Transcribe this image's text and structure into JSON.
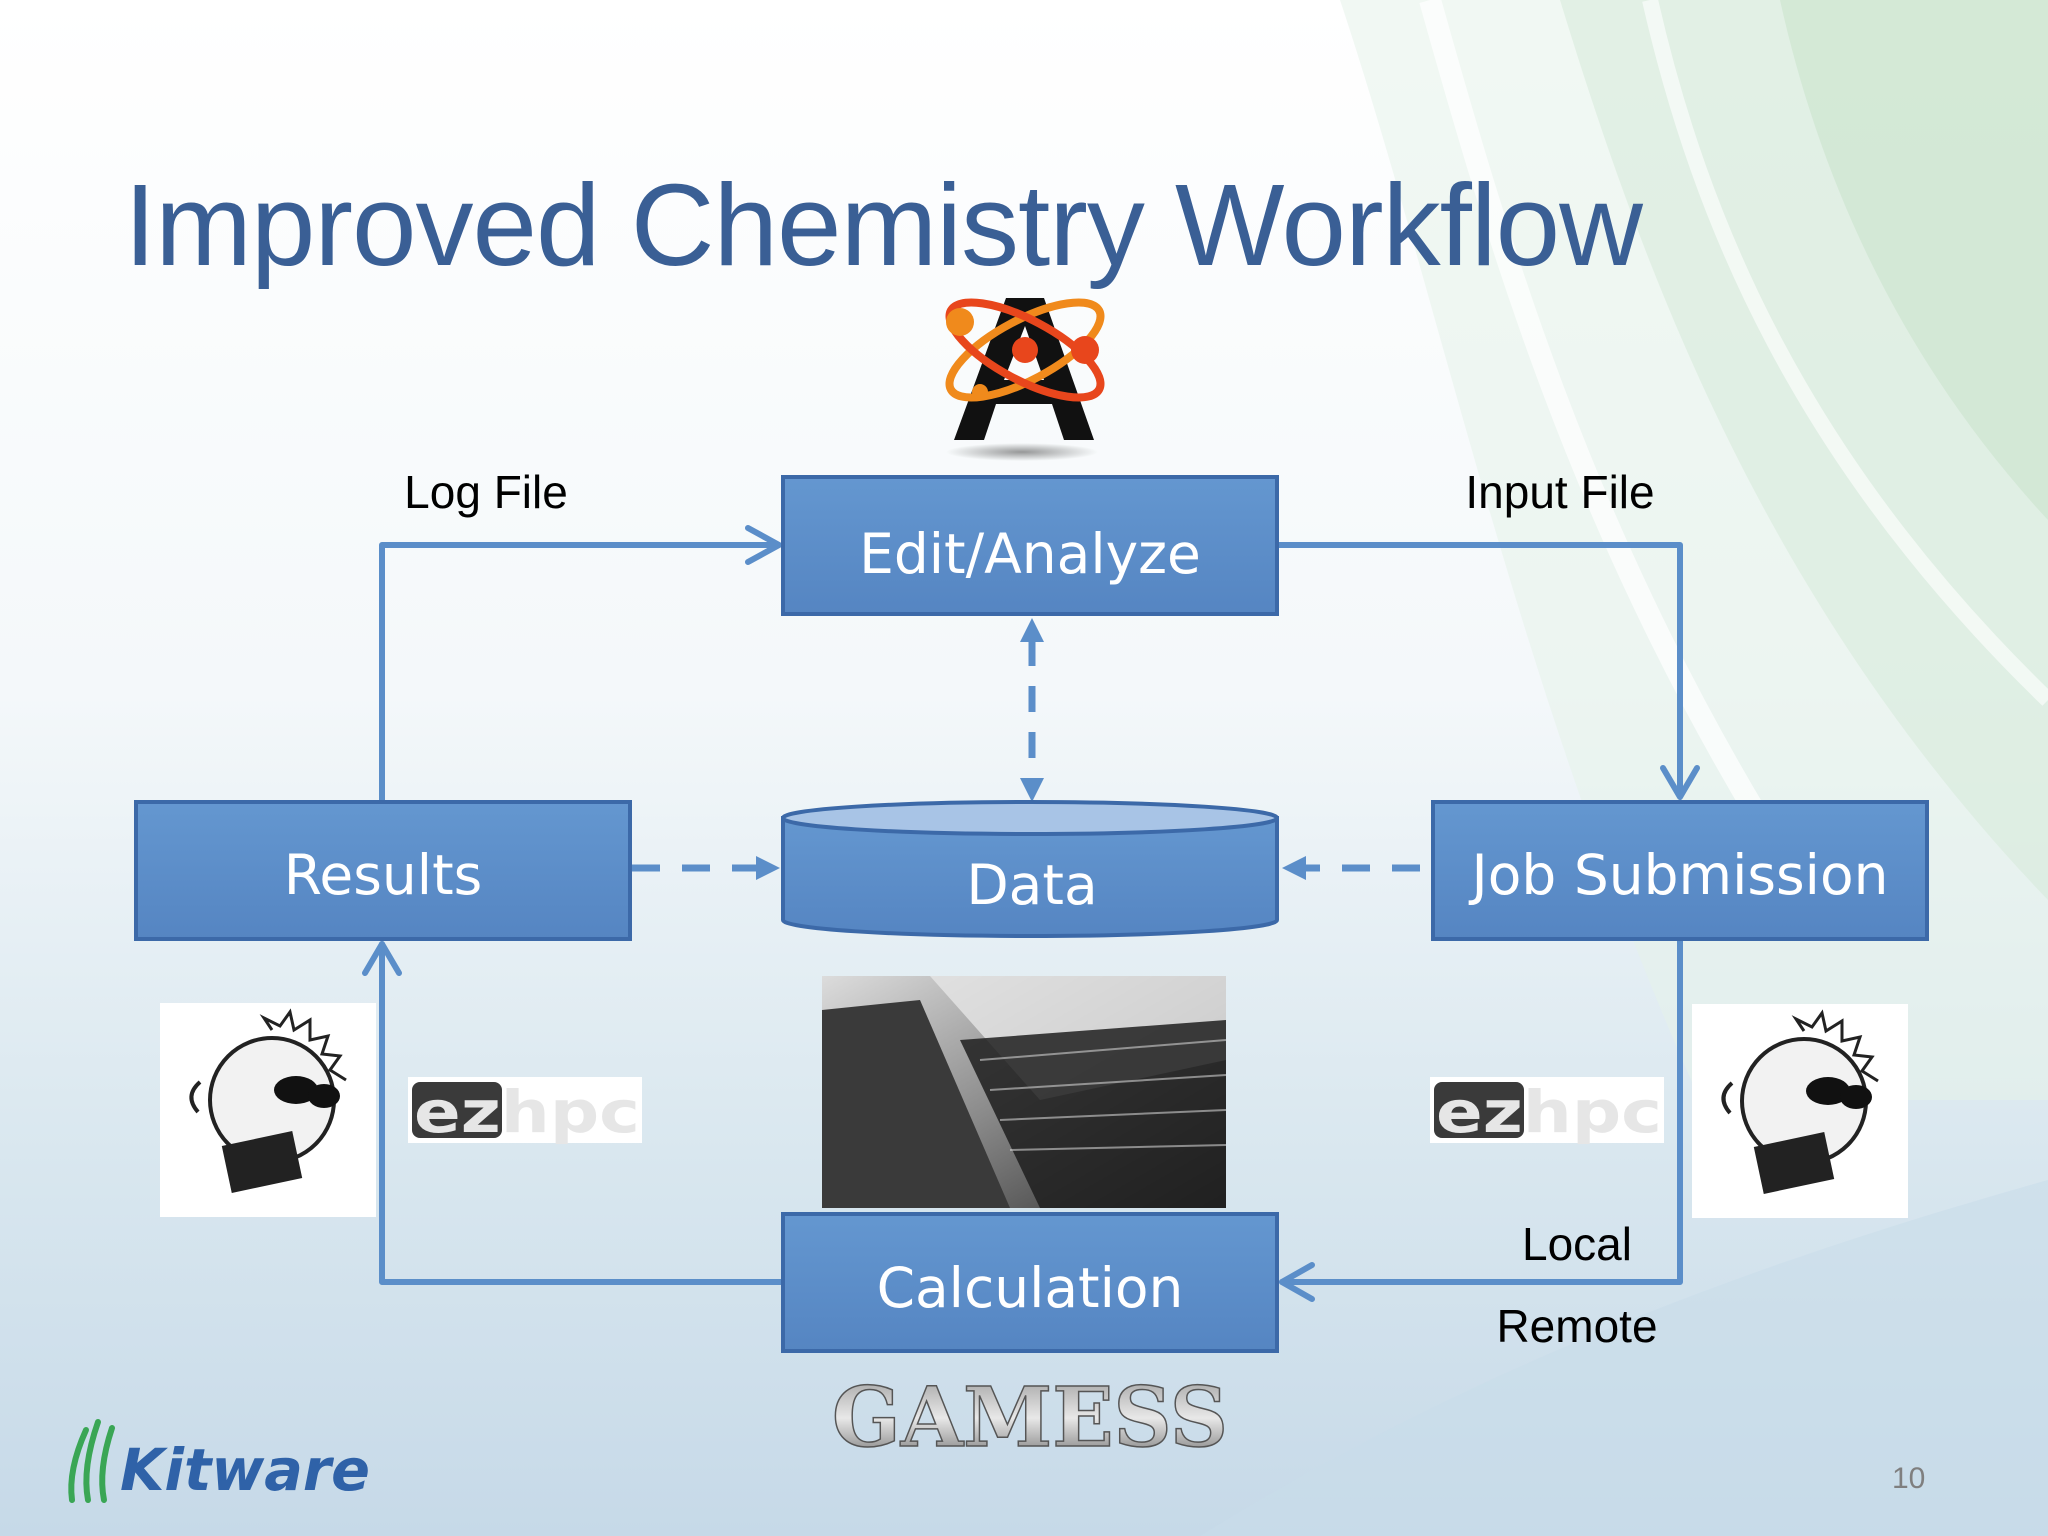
{
  "slide": {
    "title": "Improved Chemistry Workflow",
    "page_number": "10",
    "logo_text": "Kitware"
  },
  "diagram": {
    "nodes": {
      "edit_analyze": "Edit/Analyze",
      "results": "Results",
      "data": "Data",
      "job_submission": "Job Submission",
      "calculation": "Calculation"
    },
    "edge_labels": {
      "log_file": "Log File",
      "input_file": "Input File",
      "local": "Local",
      "remote": "Remote"
    },
    "logos": {
      "ezhpc_left": "ezhpc",
      "ezhpc_right": "ezhpc",
      "gamess": "GAMESS"
    }
  },
  "colors": {
    "box_fill": "#5b8ec9",
    "box_border": "#3c69a8",
    "arrow": "#5b8ec9",
    "title": "#3a5f95",
    "logo_blue": "#2f62a8"
  }
}
